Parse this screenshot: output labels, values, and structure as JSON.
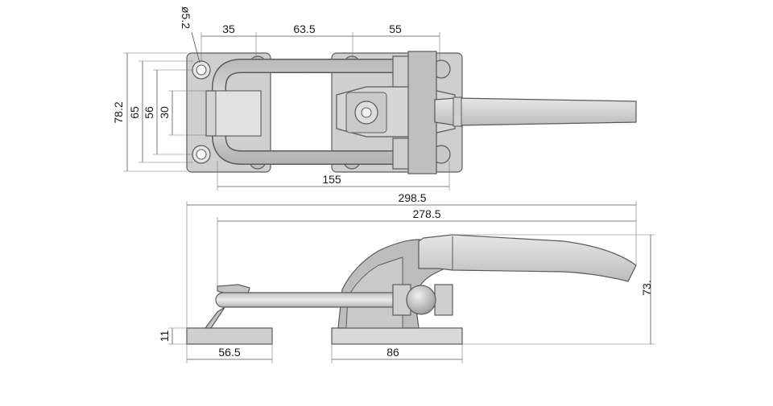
{
  "top_view": {
    "dims": {
      "hole_dia": "ø5.2",
      "w35": "35",
      "w63_5": "63.5",
      "w55": "55",
      "h78_2": "78.2",
      "h65": "65",
      "h56": "56",
      "h30": "30",
      "w155": "155"
    }
  },
  "side_view": {
    "dims": {
      "w298_5": "298.5",
      "w278_5": "278.5",
      "h73": "73.",
      "h11": "11",
      "w56_5": "56.5",
      "w86": "86"
    }
  },
  "colors": {
    "metal_light": "#d9d9d9",
    "metal_mid": "#c4c4c4",
    "metal_dark": "#a8a8a8",
    "outline": "#5a5a5a",
    "dimension": "#555555"
  }
}
